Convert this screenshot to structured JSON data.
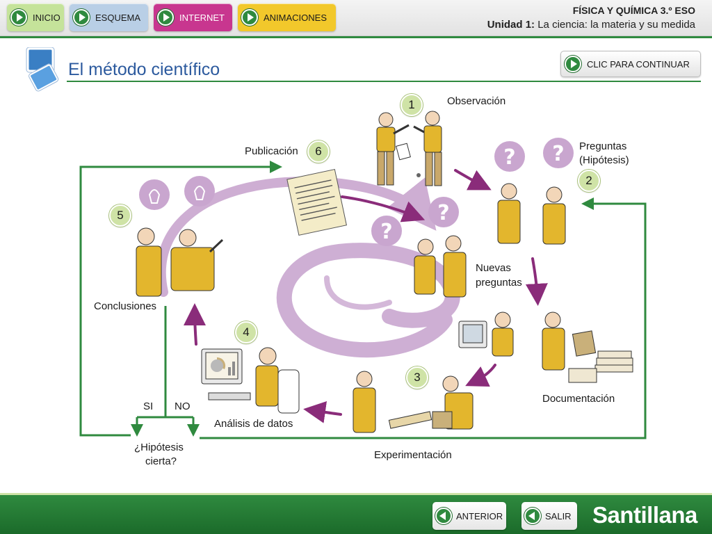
{
  "nav": {
    "inicio": "INICIO",
    "esquema": "ESQUEMA",
    "internet": "INTERNET",
    "animaciones": "ANIMACIONES"
  },
  "course": {
    "title": "FÍSICA Y QUÍMICA 3.º ESO",
    "unit_prefix": "Unidad 1:",
    "unit_name": "La ciencia: la materia y su medida"
  },
  "page": {
    "title": "El método científico",
    "continue_label": "CLIC PARA CONTINUAR"
  },
  "steps": {
    "observacion": {
      "number": "1",
      "label": "Observación"
    },
    "preguntas": {
      "number": "2",
      "label_line1": "Preguntas",
      "label_line2": "(Hipótesis)"
    },
    "experimentacion": {
      "number": "3",
      "label": "Experimentación"
    },
    "analisis": {
      "number": "4",
      "label": "Análisis de datos"
    },
    "conclusiones": {
      "number": "5",
      "label": "Conclusiones"
    },
    "publicacion": {
      "number": "6",
      "label": "Publicación"
    }
  },
  "extra_labels": {
    "documentacion": "Documentación",
    "nuevas_line1": "Nuevas",
    "nuevas_line2": "preguntas",
    "si": "SI",
    "no": "NO",
    "hipotesis_line1": "¿Hipótesis",
    "hipotesis_line2": "cierta?"
  },
  "footer": {
    "anterior": "ANTERIOR",
    "salir": "SALIR",
    "brand": "Santillana"
  },
  "colors": {
    "green": "#2f8a3f",
    "purple_arrow": "#8a2c7a",
    "spiral": "#c9a6cf",
    "badge": "#cfe3a6",
    "shirt": "#e3b62d",
    "title_blue": "#2c5a9e"
  }
}
